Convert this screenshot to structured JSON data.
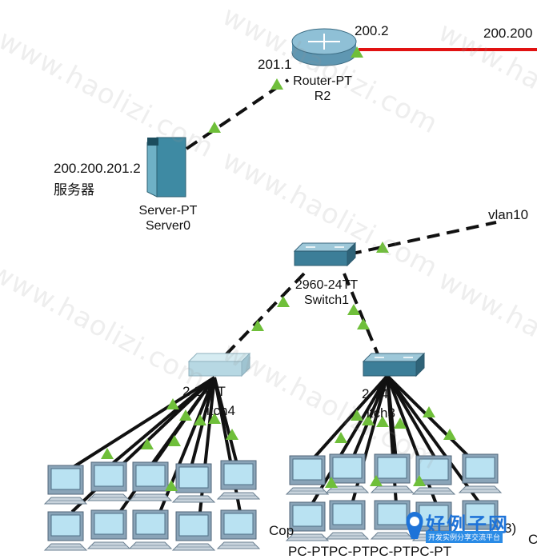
{
  "watermark": "www.haolizi.com",
  "colors": {
    "link_black": "#111111",
    "link_red": "#e11212",
    "link_light": "#7ac143"
  },
  "router": {
    "model": "Router-PT",
    "name": "R2",
    "ip_left": "201.1",
    "ip_right": "200.2",
    "ip_far": "200.200"
  },
  "server": {
    "model": "Server-PT",
    "name": "Server0",
    "ip": "200.200.201.2",
    "desc": "服务器"
  },
  "switch1": {
    "model": "2960-24TT",
    "name": "Switch1",
    "vlan_label": "vlan10"
  },
  "switch4": {
    "model_fragment": "2 24TT",
    "name_fragment": "itch4"
  },
  "switch3": {
    "model_fragment": "2 24",
    "name_fragment": "itch3"
  },
  "bottom_labels": {
    "cop": "Cop",
    "pc_row": "PC-PTPC-PTPC-PTPC-PT",
    "paren": "3)",
    "c": "C"
  },
  "badge": {
    "title": "好例子网",
    "subtitle": "开发实例分享交流平台"
  }
}
